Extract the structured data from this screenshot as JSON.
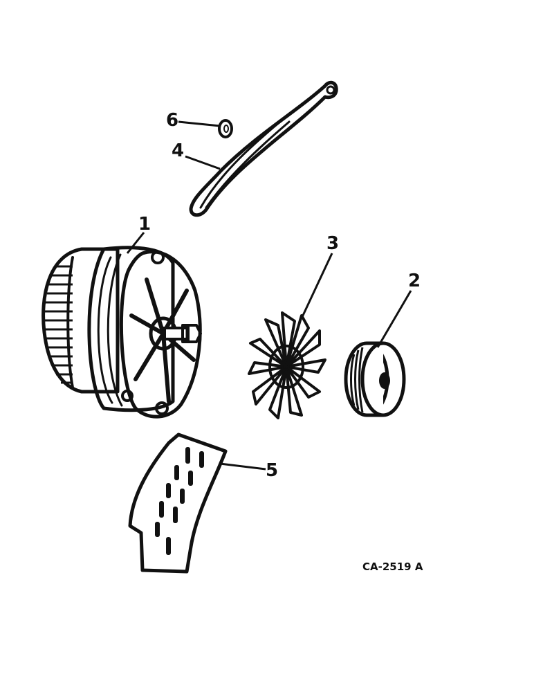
{
  "diagram": {
    "callouts": {
      "alternator": "1",
      "pulley": "2",
      "fan": "3",
      "brace": "4",
      "shield": "5",
      "nut": "6"
    },
    "figure_code": "CA-2519 A"
  }
}
